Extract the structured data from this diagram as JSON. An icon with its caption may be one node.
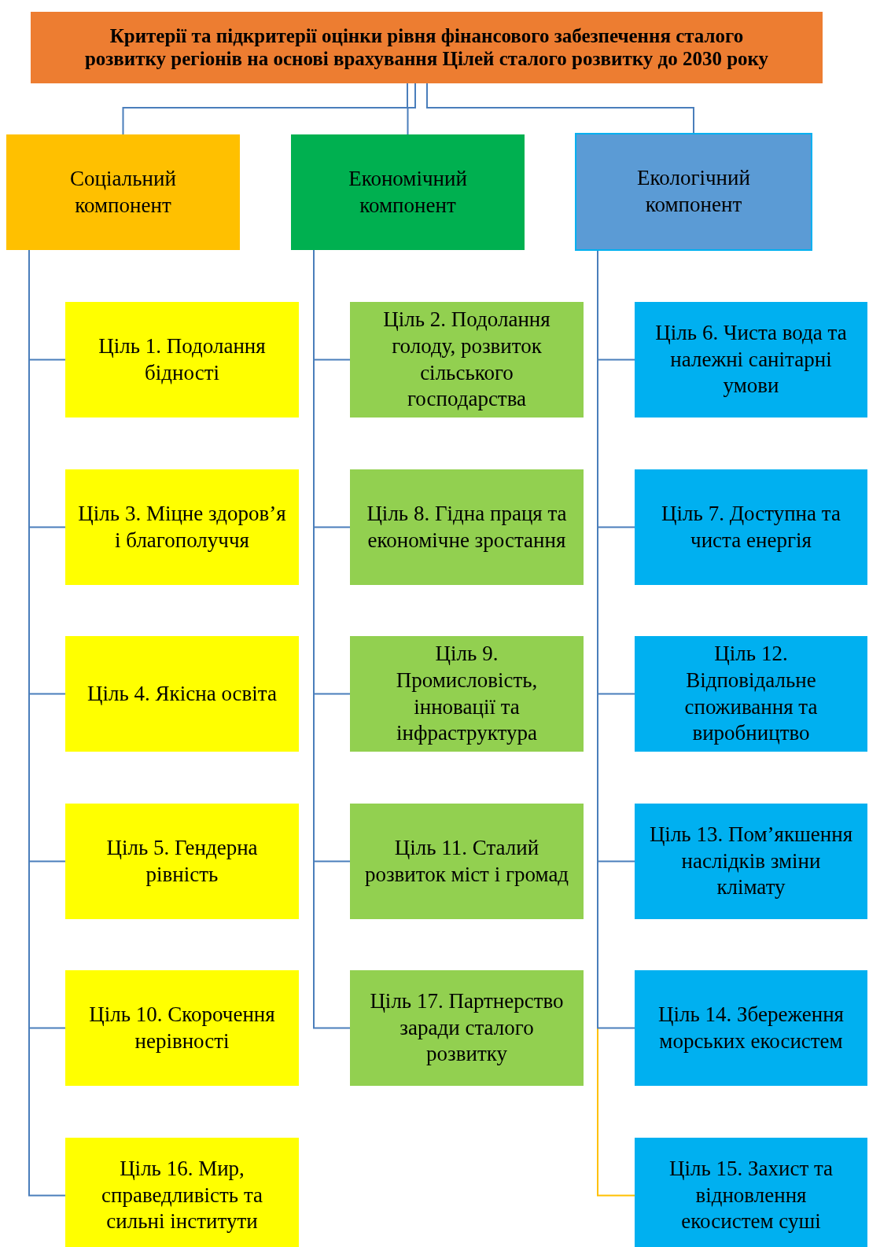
{
  "diagram": {
    "nodes": [
      {
        "text": [
          "Критерії та підкритерії оцінки рівня фінансового забезпечення сталого розвитку регіонів на основі врахування Цілей сталого розвитку до 2030 року"
        ]
      },
      {
        "text": [
          "Соціальний компонент"
        ]
      },
      {
        "text": [
          "Економічний компонент"
        ]
      },
      {
        "text": [
          "Екологічний компонент"
        ]
      },
      {
        "text": [
          "Ціль 1. Подолання бідності"
        ]
      },
      {
        "text": [
          "Ціль 3. Міцне здоров’я і благополуччя"
        ]
      },
      {
        "text": [
          "Ціль 4. Якісна освіта"
        ]
      },
      {
        "text": [
          "Ціль 5. Гендерна рівність"
        ]
      },
      {
        "text": [
          "Ціль 10. Скорочення нерівності"
        ]
      },
      {
        "text": [
          "Ціль 16. Мир, справедливість та сильні інститути"
        ]
      },
      {
        "text": [
          "Ціль 2. Подолання голоду, розвиток сільського господарства"
        ]
      },
      {
        "text": [
          "Ціль 8. Гідна праця та економічне зростання"
        ]
      },
      {
        "text": [
          "Ціль 9. Промисловість, інновації та інфраструктура"
        ]
      },
      {
        "text": [
          "Ціль 11. Сталий розвиток міст і громад"
        ]
      },
      {
        "text": [
          "Ціль 17. Партнерство заради сталого розвитку"
        ]
      },
      {
        "text": [
          "Ціль 6. Чиста вода та належні санітарні умови"
        ]
      },
      {
        "text": [
          "Ціль 7. Доступна та чиста енергія"
        ]
      },
      {
        "text": [
          "Ціль 12. Відповідальне споживання та виробництво"
        ]
      },
      {
        "text": [
          "Ціль 13. Пом’якшення наслідків зміни клімату"
        ]
      },
      {
        "text": [
          "Ціль 14. Збереження морських екосистем"
        ]
      },
      {
        "text": [
          "Ціль 15. Захист та відновлення екосистем суші"
        ]
      }
    ],
    "edges": [
      {
        "from": 0,
        "to": 1,
        "arrow": "none"
      },
      {
        "from": 0,
        "to": 2,
        "arrow": "none"
      },
      {
        "from": 0,
        "to": 3,
        "arrow": "none"
      },
      {
        "from": 1,
        "to": 4,
        "arrow": "none"
      },
      {
        "from": 1,
        "to": 5,
        "arrow": "none"
      },
      {
        "from": 1,
        "to": 6,
        "arrow": "none"
      },
      {
        "from": 1,
        "to": 7,
        "arrow": "none"
      },
      {
        "from": 1,
        "to": 8,
        "arrow": "none"
      },
      {
        "from": 1,
        "to": 9,
        "arrow": "none"
      },
      {
        "from": 2,
        "to": 10,
        "arrow": "none"
      },
      {
        "from": 2,
        "to": 11,
        "arrow": "none"
      },
      {
        "from": 2,
        "to": 12,
        "arrow": "none"
      },
      {
        "from": 2,
        "to": 13,
        "arrow": "none"
      },
      {
        "from": 2,
        "to": 14,
        "arrow": "none"
      },
      {
        "from": 3,
        "to": 15,
        "arrow": "none"
      },
      {
        "from": 3,
        "to": 16,
        "arrow": "none"
      },
      {
        "from": 3,
        "to": 17,
        "arrow": "none"
      },
      {
        "from": 3,
        "to": 18,
        "arrow": "none"
      },
      {
        "from": 3,
        "to": 19,
        "arrow": "none"
      },
      {
        "from": 3,
        "to": 20,
        "arrow": "none",
        "color": "#ffc000"
      }
    ]
  }
}
